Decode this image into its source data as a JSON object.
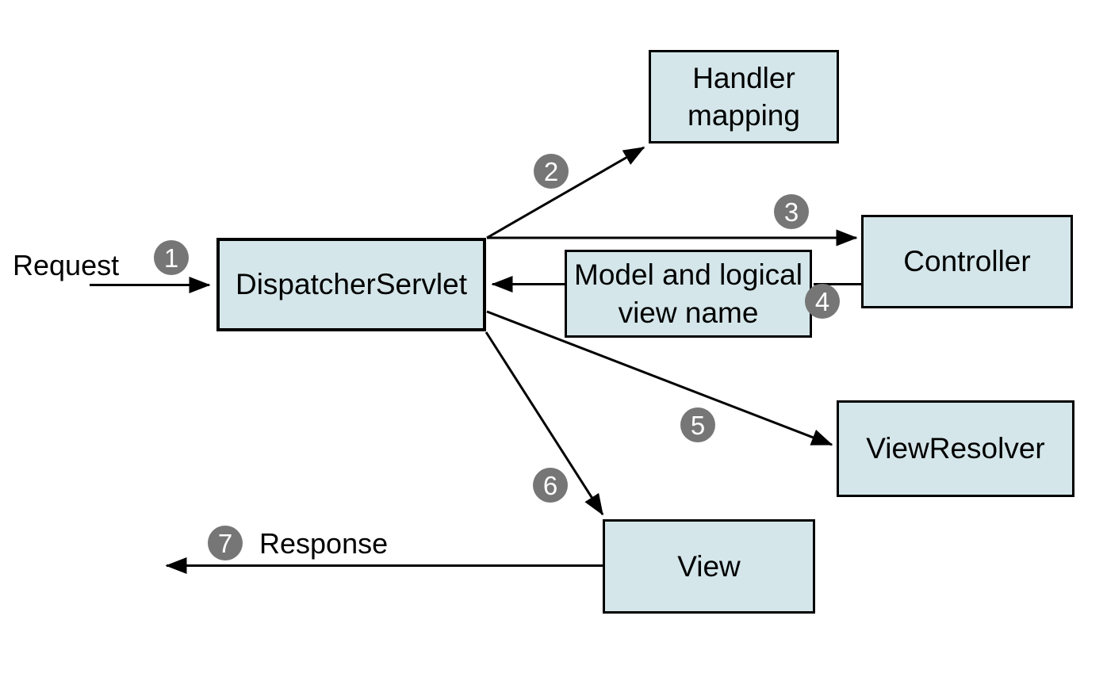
{
  "nodes": {
    "dispatcher_servlet": {
      "label": "DispatcherServlet"
    },
    "handler_mapping": {
      "label": "Handler mapping"
    },
    "controller": {
      "label": "Controller"
    },
    "model_and_view": {
      "label": "Model and logical view name"
    },
    "view_resolver": {
      "label": "ViewResolver"
    },
    "view": {
      "label": "View"
    }
  },
  "edge_labels": {
    "request": "Request",
    "response": "Response"
  },
  "steps": [
    "1",
    "2",
    "3",
    "4",
    "5",
    "6",
    "7"
  ],
  "colors": {
    "background": "#ffffff",
    "text": "#000000",
    "node_fill": "#d4e6ea",
    "node_border": "#000000",
    "step_fill": "#767676",
    "step_text": "#ffffff",
    "arrow": "#000000"
  }
}
